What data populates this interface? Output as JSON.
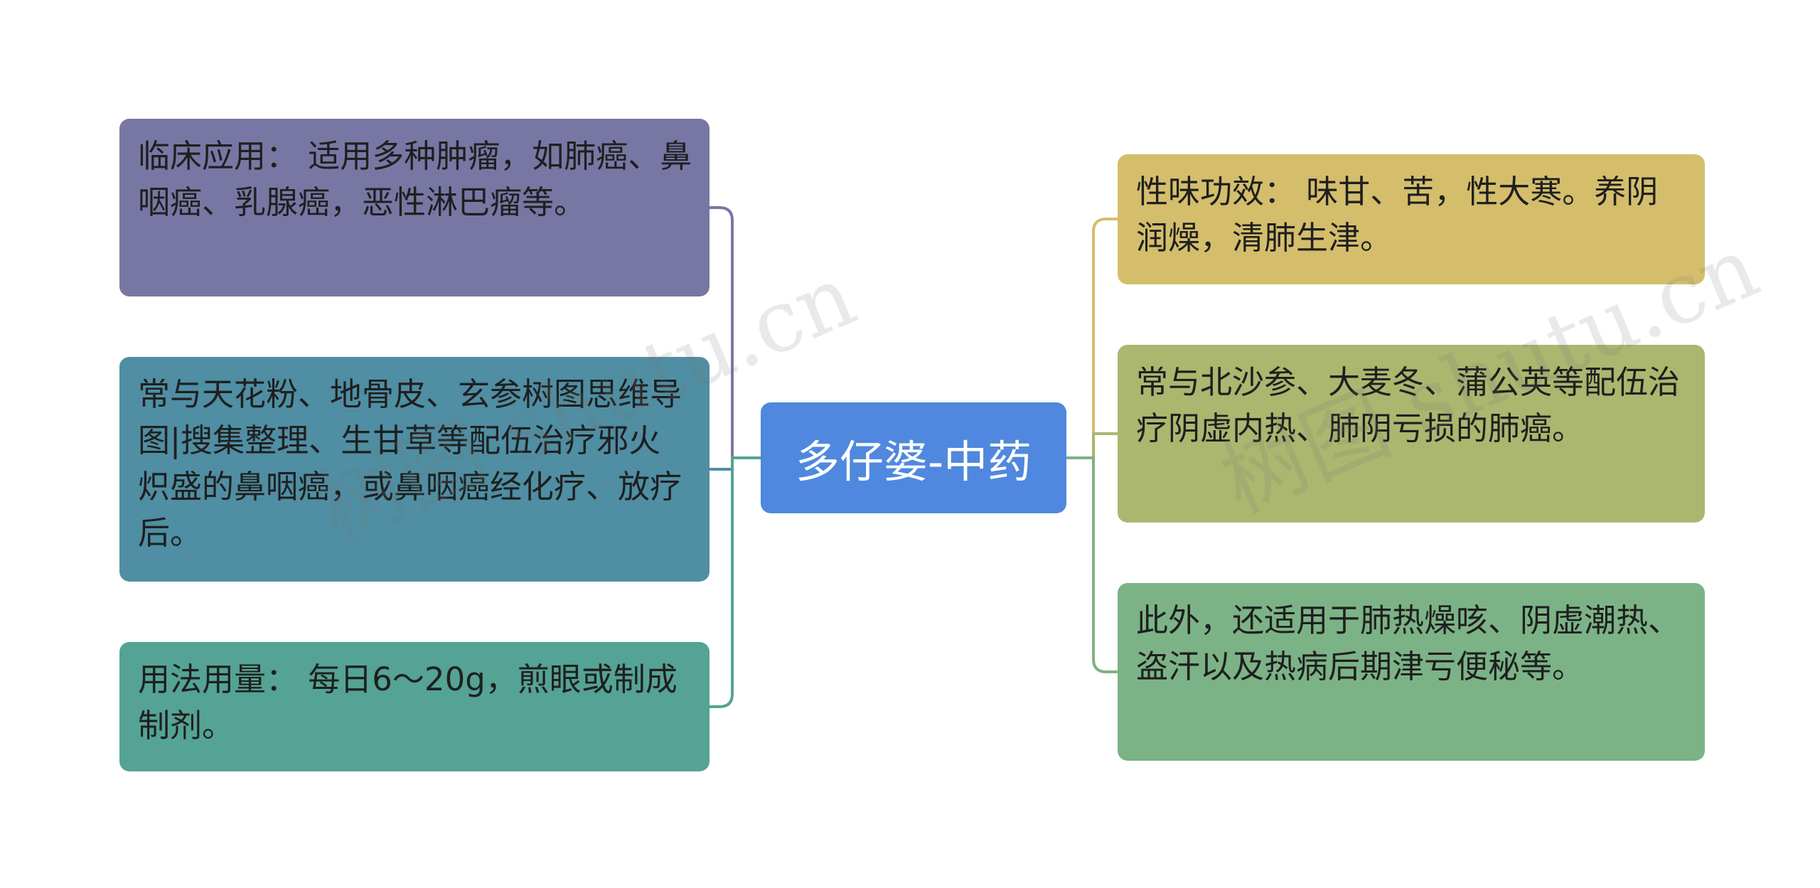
{
  "mindmap": {
    "center": {
      "label": "多仔婆-中药",
      "color": "#4f88de"
    },
    "left_branches": [
      {
        "text": "临床应用： 适用多种肿瘤，如肺癌、鼻咽癌、乳腺癌，恶性淋巴瘤等。",
        "color": "#7877a4"
      },
      {
        "text": "常与天花粉、地骨皮、玄参树图思维导图|搜集整理、生甘草等配伍治疗邪火炽盛的鼻咽癌，或鼻咽癌经化疗、放疗后。",
        "color": "#4f8ea3"
      },
      {
        "text": "用法用量： 每日6～20g，煎眼或制成制剂。",
        "color": "#54a394"
      }
    ],
    "right_branches": [
      {
        "text": "性味功效： 味甘、苦，性大寒。养阴润燥，清肺生津。",
        "color": "#d4be6c"
      },
      {
        "text": "常与北沙参、大麦冬、蒲公英等配伍治疗阴虚内热、肺阴亏损的肺癌。",
        "color": "#abb66f"
      },
      {
        "text": "此外，还适用于肺热燥咳、阴虚潮热、盗汗以及热病后期津亏便秘等。",
        "color": "#7cb386"
      }
    ]
  },
  "watermark": {
    "text": "树图 shutu.cn"
  }
}
